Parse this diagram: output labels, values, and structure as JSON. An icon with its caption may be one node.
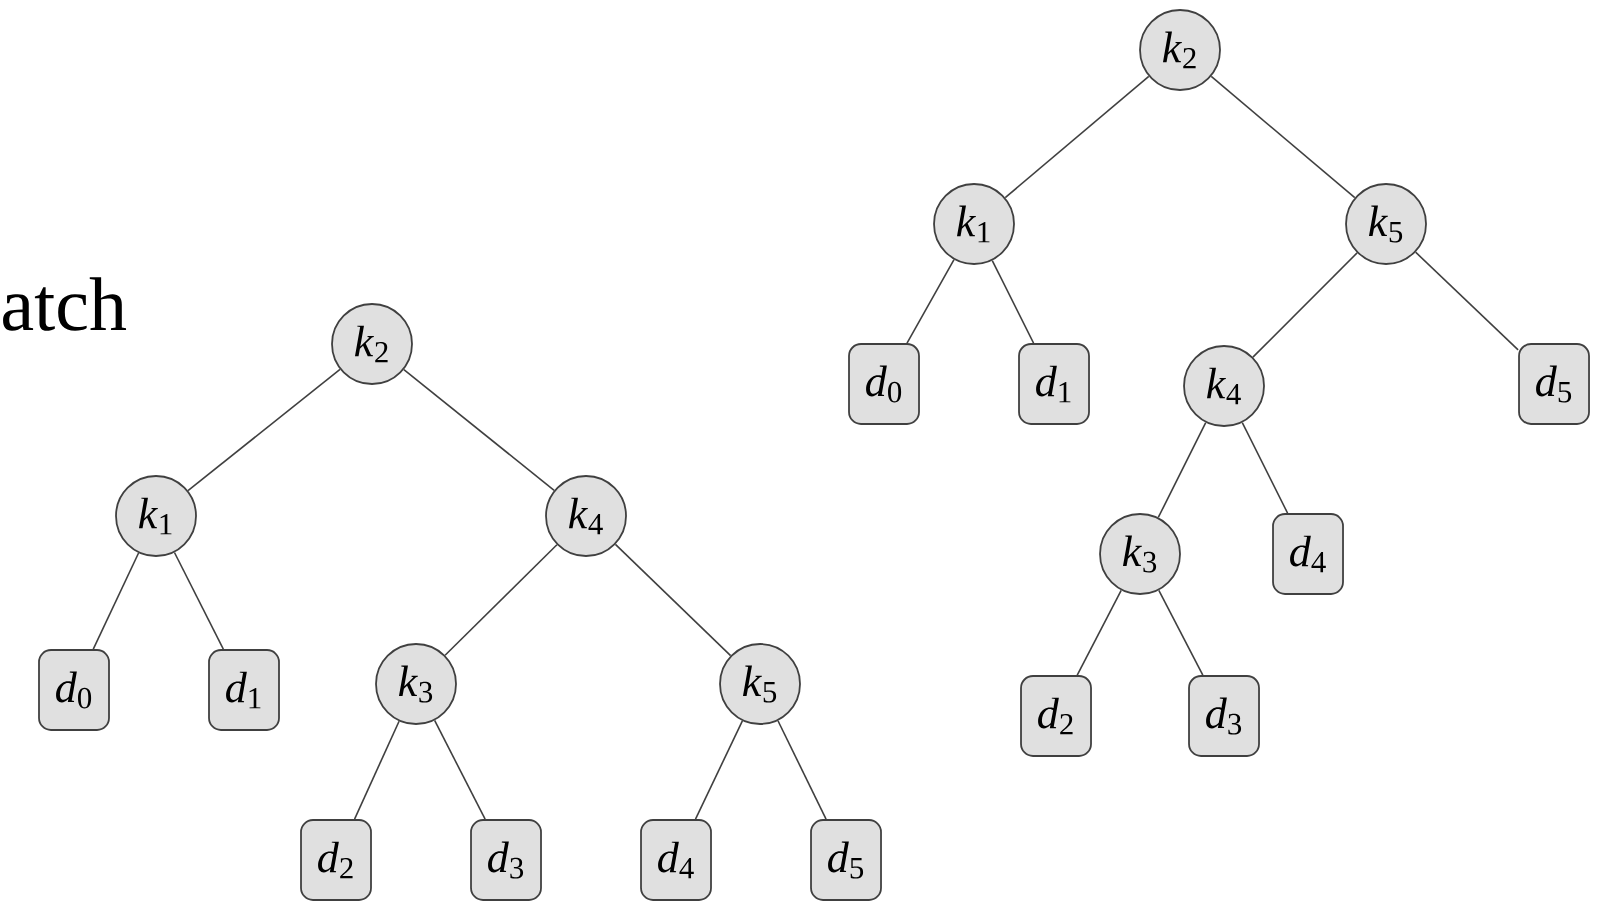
{
  "diagram": {
    "nodes": [
      {
        "text": [
          "*k*$_{2}$"
        ]
      },
      {
        "text": [
          "*k*$_{1}$"
        ]
      },
      {
        "text": [
          "*k*$_{4}$"
        ]
      },
      {
        "text": [
          "*d*$_{0}$"
        ]
      },
      {
        "text": [
          "*d*$_{1}$"
        ]
      },
      {
        "text": [
          "*k*$_{3}$"
        ]
      },
      {
        "text": [
          "*k*$_{5}$"
        ]
      },
      {
        "text": [
          "*d*$_{2}$"
        ]
      },
      {
        "text": [
          "*d*$_{3}$"
        ]
      },
      {
        "text": [
          "*d*$_{4}$"
        ]
      },
      {
        "text": [
          "*d*$_{5}$"
        ]
      },
      {
        "text": [
          "*k*$_{2}$"
        ]
      },
      {
        "text": [
          "*k*$_{1}$"
        ]
      },
      {
        "text": [
          "*k*$_{5}$"
        ]
      },
      {
        "text": [
          "*d*$_{0}$"
        ]
      },
      {
        "text": [
          "*d*$_{1}$"
        ]
      },
      {
        "text": [
          "*k*$_{4}$"
        ]
      },
      {
        "text": [
          "*d*$_{5}$"
        ]
      },
      {
        "text": [
          "*k*$_{3}$"
        ]
      },
      {
        "text": [
          "*d*$_{4}$"
        ]
      },
      {
        "text": [
          "*d*$_{2}$"
        ]
      },
      {
        "text": [
          "*d*$_{3}$"
        ]
      }
    ],
    "edges": [
      {
        "from": 0,
        "to": 1,
        "arrow": "none"
      },
      {
        "from": 0,
        "to": 2,
        "arrow": "none"
      },
      {
        "from": 1,
        "to": 3,
        "arrow": "none"
      },
      {
        "from": 1,
        "to": 4,
        "arrow": "none"
      },
      {
        "from": 2,
        "to": 5,
        "arrow": "none"
      },
      {
        "from": 2,
        "to": 6,
        "arrow": "none"
      },
      {
        "from": 5,
        "to": 7,
        "arrow": "none"
      },
      {
        "from": 5,
        "to": 8,
        "arrow": "none"
      },
      {
        "from": 6,
        "to": 9,
        "arrow": "none"
      },
      {
        "from": 6,
        "to": 10,
        "arrow": "none"
      },
      {
        "from": 11,
        "to": 12,
        "arrow": "none"
      },
      {
        "from": 11,
        "to": 13,
        "arrow": "none"
      },
      {
        "from": 12,
        "to": 14,
        "arrow": "none"
      },
      {
        "from": 12,
        "to": 15,
        "arrow": "none"
      },
      {
        "from": 13,
        "to": 16,
        "arrow": "none"
      },
      {
        "from": 13,
        "to": 17,
        "arrow": "none"
      },
      {
        "from": 16,
        "to": 18,
        "arrow": "none"
      },
      {
        "from": 16,
        "to": 19,
        "arrow": "none"
      },
      {
        "from": 18,
        "to": 20,
        "arrow": "none"
      },
      {
        "from": 18,
        "to": 21,
        "arrow": "none"
      }
    ],
    "labels": [
      "atch"
    ]
  }
}
